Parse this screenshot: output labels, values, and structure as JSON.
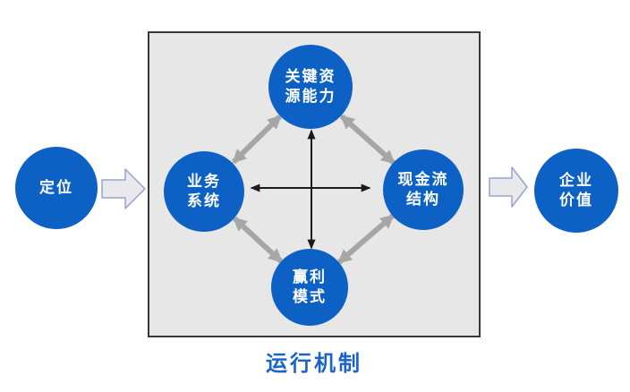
{
  "title": "运行机制",
  "nodes": {
    "positioning": "定位",
    "key_resources": "关键资\n源能力",
    "business_system": "业务\n系统",
    "cash_flow": "现金流\n结构",
    "profit_model": "赢利\n模式",
    "enterprise_value": "企业\n价值"
  },
  "icons": {
    "flow_arrow_left": "block-arrow-right-icon",
    "flow_arrow_right": "block-arrow-right-icon",
    "diagonal_connectors": "double-headed-arrow-icon",
    "cross_connectors": "double-headed-arrow-icon"
  },
  "colors": {
    "node_fill": "#0d60c4",
    "node_text": "#ffffff",
    "box_fill": "#e7e7e7",
    "box_border": "#383838",
    "connector_gray": "#a6a6a6",
    "connector_black": "#1a1a1a",
    "flow_arrow_fill": "#e9e9eb",
    "flow_arrow_border": "#95a3cf",
    "title_color": "#1a63c8",
    "canvas_bg": "#ffffff"
  }
}
